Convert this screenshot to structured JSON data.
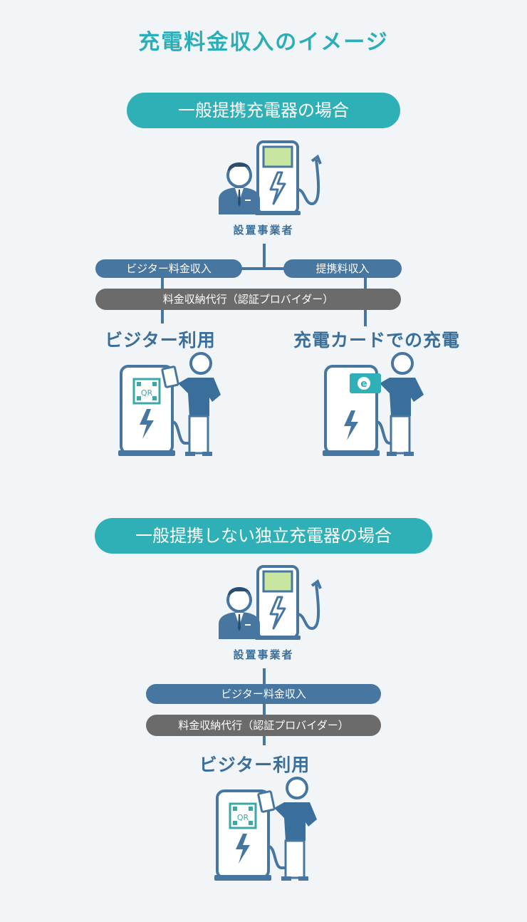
{
  "title": "充電料金収入のイメージ",
  "section1": {
    "heading": "一般提携充電器の場合",
    "operator_label": "設置事業者",
    "visitor_income": "ビジター料金収入",
    "alliance_income": "提携料収入",
    "agency": "料金収納代行（認証プロバイダー）",
    "left_use": "ビジター利用",
    "right_use": "充電カードでの充電",
    "qr_text": "QR",
    "card_letter": "e"
  },
  "section2": {
    "heading": "一般提携しない独立充電器の場合",
    "operator_label": "設置事業者",
    "visitor_income": "ビジター料金収入",
    "agency": "料金収納代行（認証プロバイダー）",
    "use": "ビジター利用",
    "qr_text": "QR"
  },
  "colors": {
    "teal": "#2eb0b6",
    "blue": "#4777a0",
    "gray": "#6b6b6b",
    "screen_green": "#c8e6a0"
  }
}
